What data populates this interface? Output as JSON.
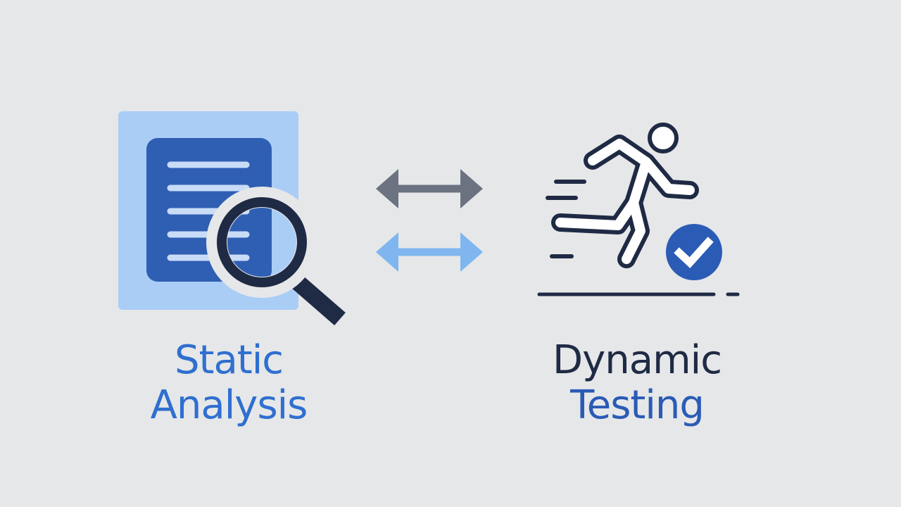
{
  "left": {
    "icon": "document-magnifier-icon",
    "line1": "Static",
    "line2": "Analysis"
  },
  "right": {
    "icon": "running-person-check-icon",
    "line1": "Dynamic",
    "line2": "Testing"
  },
  "arrows": {
    "top_icon": "double-arrow-icon",
    "bottom_icon": "double-arrow-icon"
  },
  "colors": {
    "background": "#e6e7e9",
    "static_text": "#2f6fcf",
    "dynamic_dark": "#1f2a44",
    "dynamic_blue": "#2a5bb5",
    "doc_panel": "#aacdf6",
    "doc_body": "#2f5fb3",
    "doc_lines": "#c9dcf7",
    "magnifier": "#1f2a44",
    "arrow_gray": "#6b7280",
    "arrow_blue": "#7fb6ef",
    "check_blue": "#2a5bb5"
  }
}
